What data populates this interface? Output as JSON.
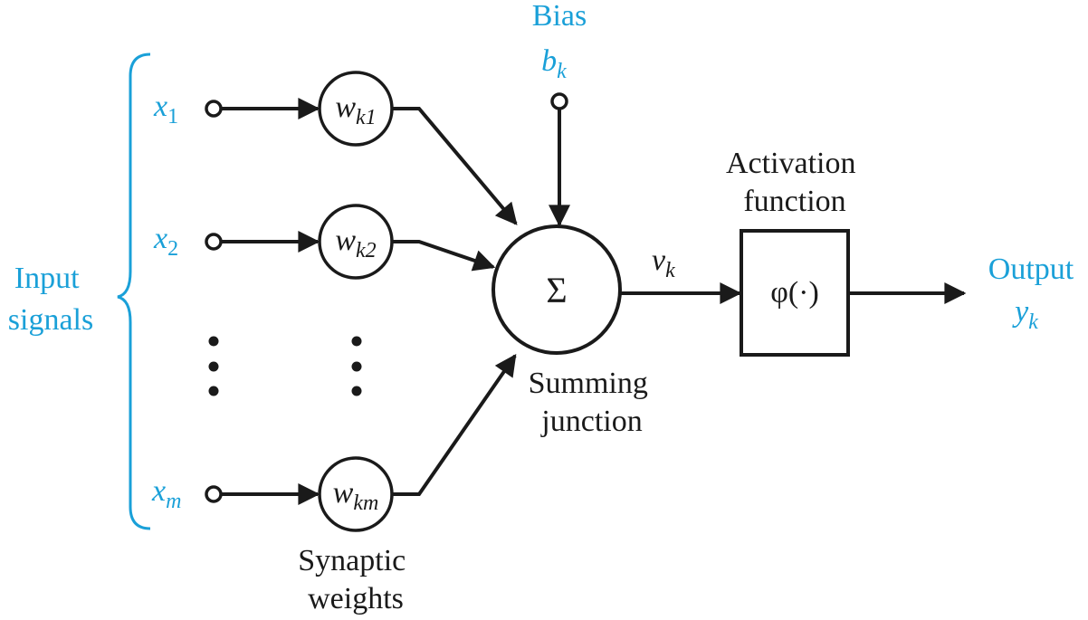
{
  "diagram": {
    "title": "Nonlinear model of a neuron",
    "colors": {
      "accent": "#1aa0d8",
      "ink": "#1a1a1a",
      "background": "#ffffff"
    },
    "input_signals_label": [
      "Input",
      "signals"
    ],
    "inputs": [
      {
        "symbol": "x",
        "subscript": "1"
      },
      {
        "symbol": "x",
        "subscript": "2"
      },
      {
        "symbol": "x",
        "subscript": "m"
      }
    ],
    "weights": [
      {
        "symbol": "w",
        "subscript": "k1"
      },
      {
        "symbol": "w",
        "subscript": "k2"
      },
      {
        "symbol": "w",
        "subscript": "km"
      }
    ],
    "ellipsis": "⋮",
    "weights_label": [
      "Synaptic",
      "weights"
    ],
    "bias": {
      "label": "Bias",
      "symbol": "b",
      "subscript": "k"
    },
    "summing": {
      "symbol": "Σ",
      "label": [
        "Summing",
        "junction"
      ]
    },
    "induced_field": {
      "symbol": "v",
      "subscript": "k"
    },
    "activation": {
      "label": [
        "Activation",
        "function"
      ],
      "symbol": "φ(·)"
    },
    "output": {
      "label": "Output",
      "symbol": "y",
      "subscript": "k"
    }
  }
}
